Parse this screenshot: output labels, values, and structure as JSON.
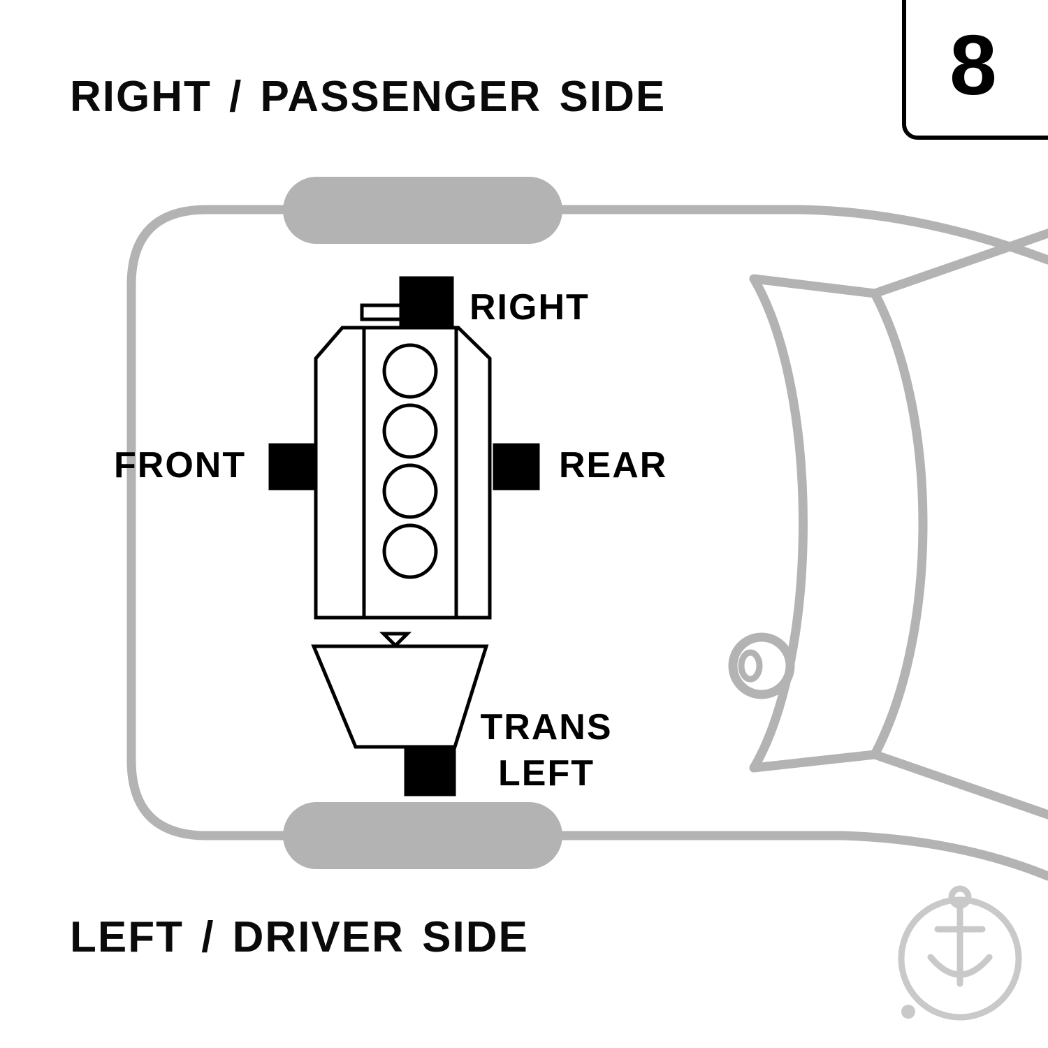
{
  "titles": {
    "top": "RIGHT / PASSENGER SIDE",
    "bottom": "LEFT / DRIVER SIDE"
  },
  "figure_badge": {
    "number": "8"
  },
  "mount_labels": {
    "right": "RIGHT",
    "front": "FRONT",
    "rear": "REAR",
    "trans_left_line1": "TRANS",
    "trans_left_line2": "LEFT"
  },
  "diagram": {
    "type": "engine-mount-location-top-view",
    "engine_cylinders": 4,
    "mount_points": [
      "RIGHT",
      "FRONT",
      "REAR",
      "TRANS LEFT"
    ]
  },
  "colors": {
    "background": "#ffffff",
    "ink": "#000000",
    "car_outline": "#b3b3b3",
    "watermark": "#c9c9c9"
  }
}
